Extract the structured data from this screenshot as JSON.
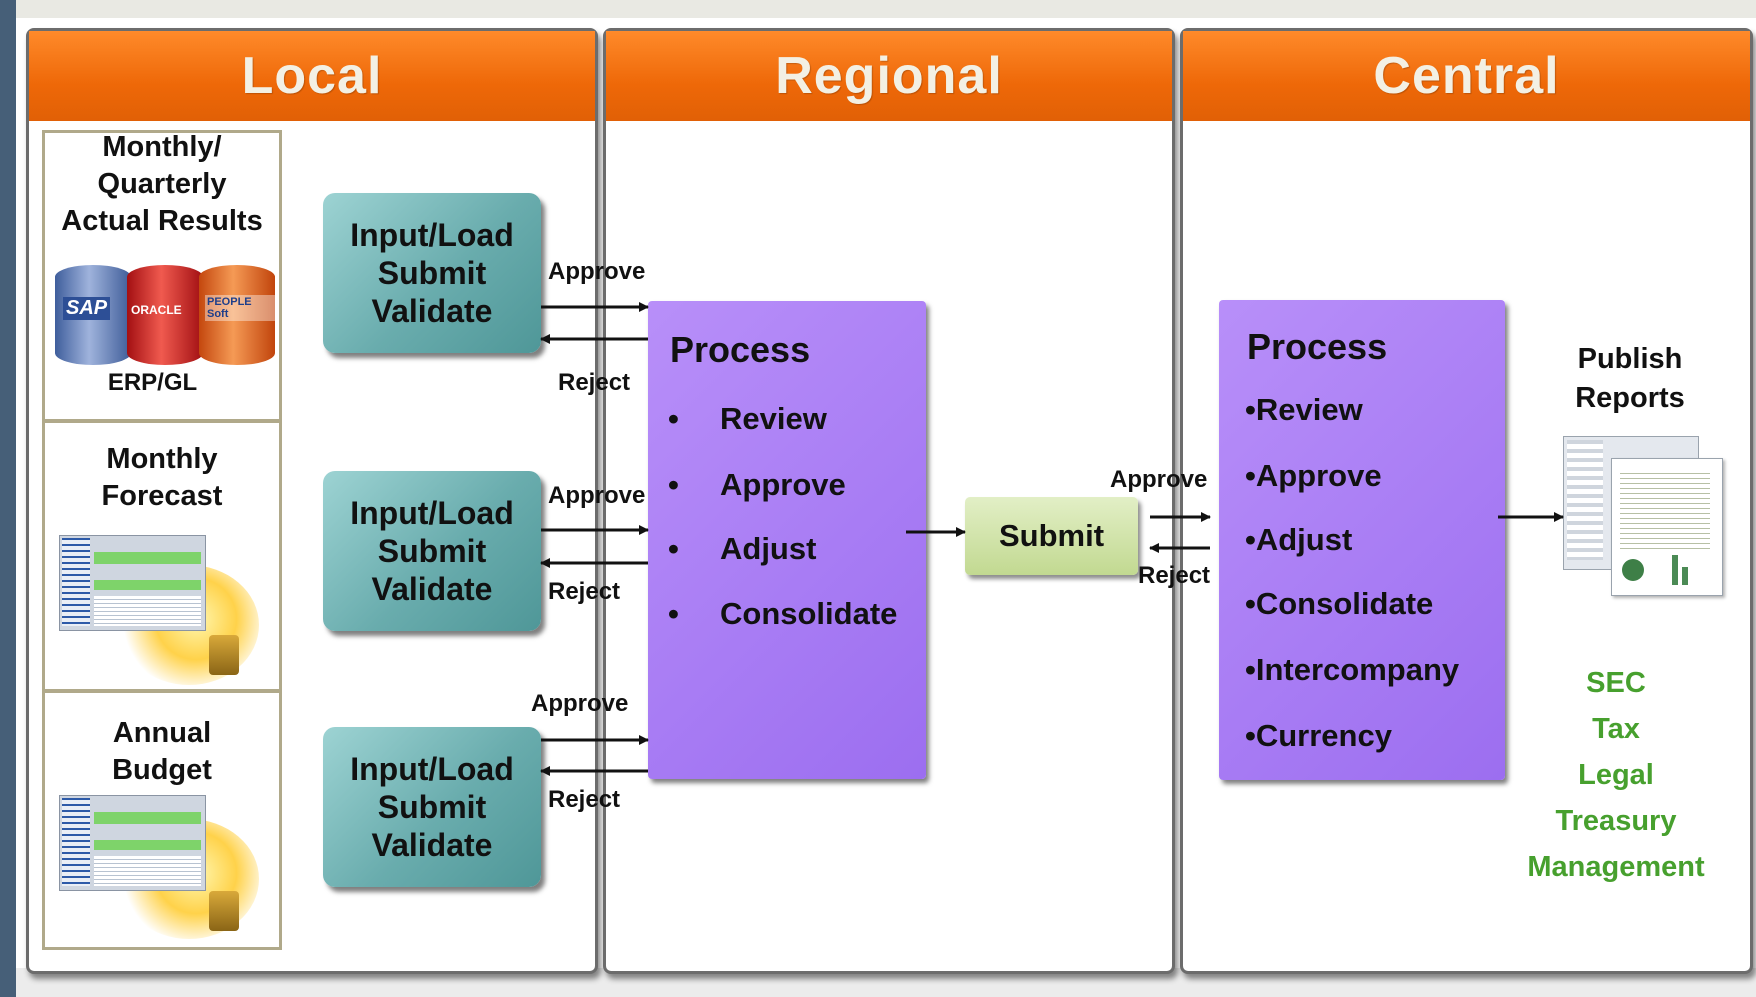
{
  "panels": [
    {
      "title": "Local"
    },
    {
      "title": "Regional"
    },
    {
      "title": "Central"
    }
  ],
  "sources": [
    {
      "title": "Monthly/ Quarterly Actual Results",
      "lines": [
        "Monthly/",
        "Quarterly",
        "Actual Results"
      ],
      "caption": "ERP/GL",
      "logos": [
        "SAP",
        "ORACLE",
        "PEOPLE Soft"
      ]
    },
    {
      "title": "Monthly Forecast",
      "lines": [
        "Monthly",
        "Forecast"
      ]
    },
    {
      "title": "Annual Budget",
      "lines": [
        "Annual",
        "Budget"
      ]
    }
  ],
  "input_boxes": [
    {
      "lines": [
        "Input/Load",
        "Submit",
        "Validate"
      ]
    },
    {
      "lines": [
        "Input/Load",
        "Submit",
        "Validate"
      ]
    },
    {
      "lines": [
        "Input/Load",
        "Submit",
        "Validate"
      ]
    }
  ],
  "arrow_labels": {
    "approve": "Approve",
    "reject": "Reject"
  },
  "regional_process": {
    "title": "Process",
    "bullet": "•",
    "items": [
      "Review",
      "Approve",
      "Adjust",
      "Consolidate"
    ]
  },
  "submit_box": {
    "label": "Submit"
  },
  "central_process": {
    "title": "Process",
    "items": [
      "•Review",
      "•Approve",
      "•Adjust",
      "•Consolidate",
      "•Intercompany",
      "•Currency"
    ]
  },
  "publish": {
    "lines": [
      "Publish",
      "Reports"
    ],
    "outputs": [
      "SEC",
      "Tax",
      "Legal",
      "Treasury",
      "Management"
    ]
  },
  "colors": {
    "header_orange": "#ee6808",
    "input_teal": "#69acad",
    "process_purple": "#a57af4",
    "submit_green": "#d6e8b0",
    "output_green": "#47a02e"
  }
}
